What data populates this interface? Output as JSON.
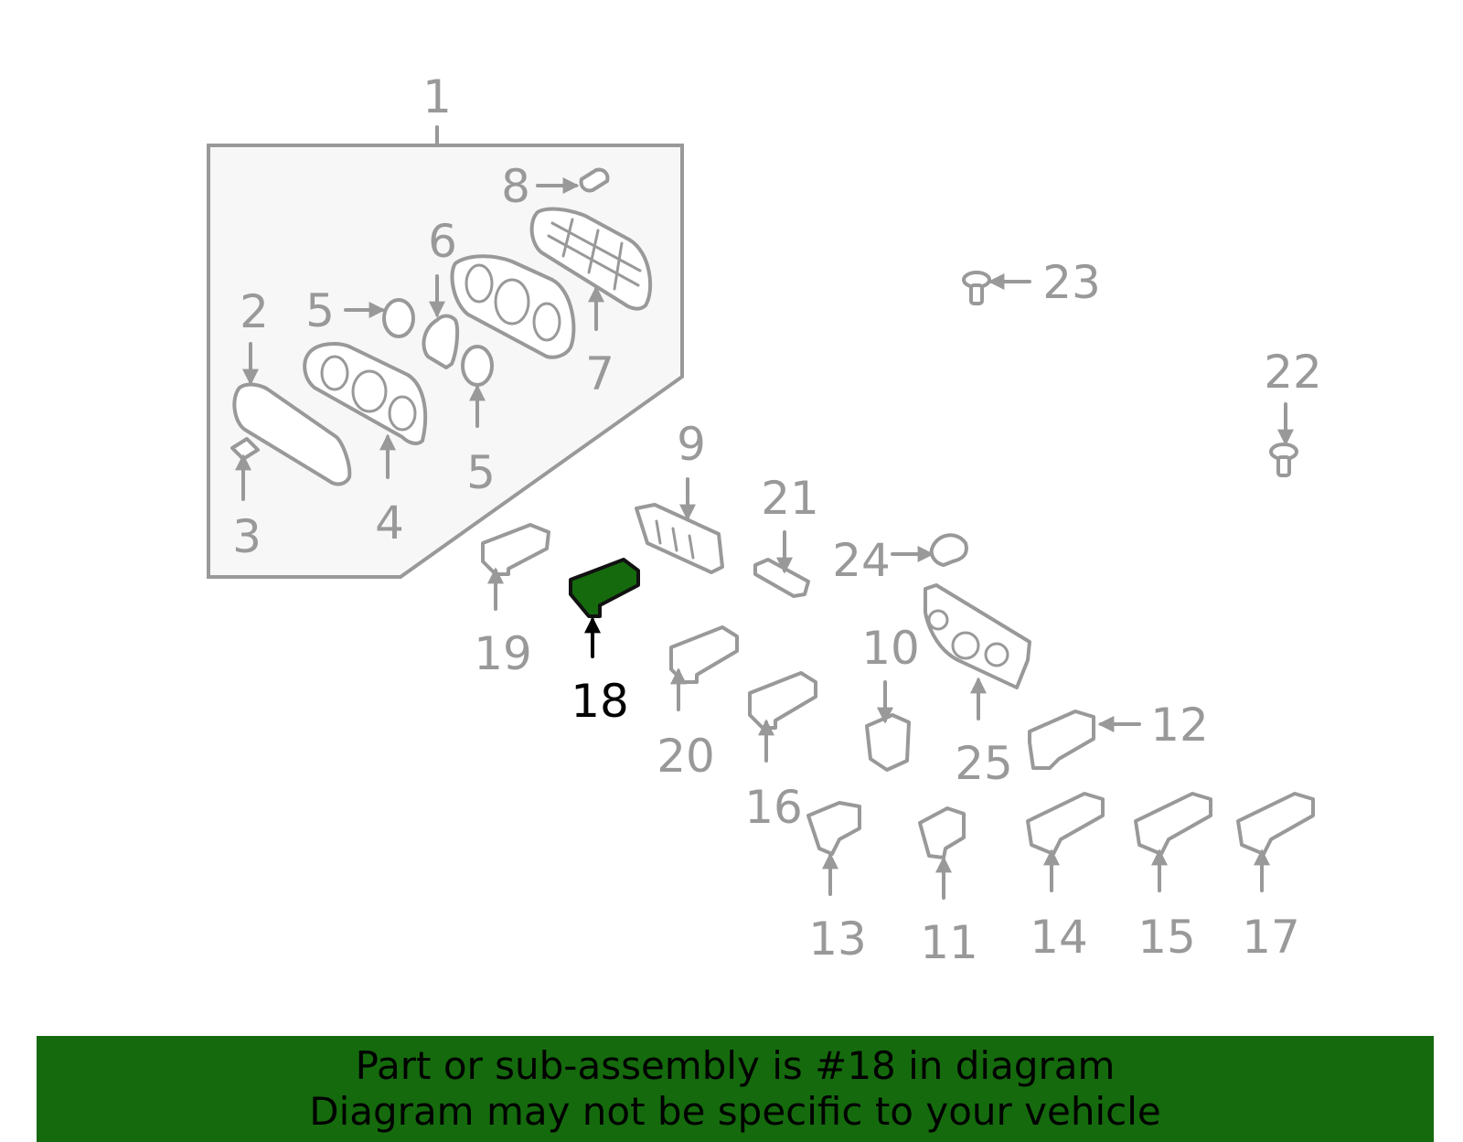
{
  "diagram": {
    "highlight_color": "#156a0d",
    "line_color": "#999999",
    "selected_part": "18",
    "labels": {
      "l1": "1",
      "l2": "2",
      "l3": "3",
      "l4": "4",
      "l5a": "5",
      "l5b": "5",
      "l6": "6",
      "l7": "7",
      "l8": "8",
      "l9": "9",
      "l10": "10",
      "l11": "11",
      "l12": "12",
      "l13": "13",
      "l14": "14",
      "l15": "15",
      "l16": "16",
      "l17": "17",
      "l18": "18",
      "l19": "19",
      "l20": "20",
      "l21": "21",
      "l22": "22",
      "l23": "23",
      "l24": "24",
      "l25": "25"
    }
  },
  "banner": {
    "background": "#156a0d",
    "line1": "Part or sub-assembly is #18 in diagram",
    "line2": "Diagram may not be specific to your vehicle"
  }
}
